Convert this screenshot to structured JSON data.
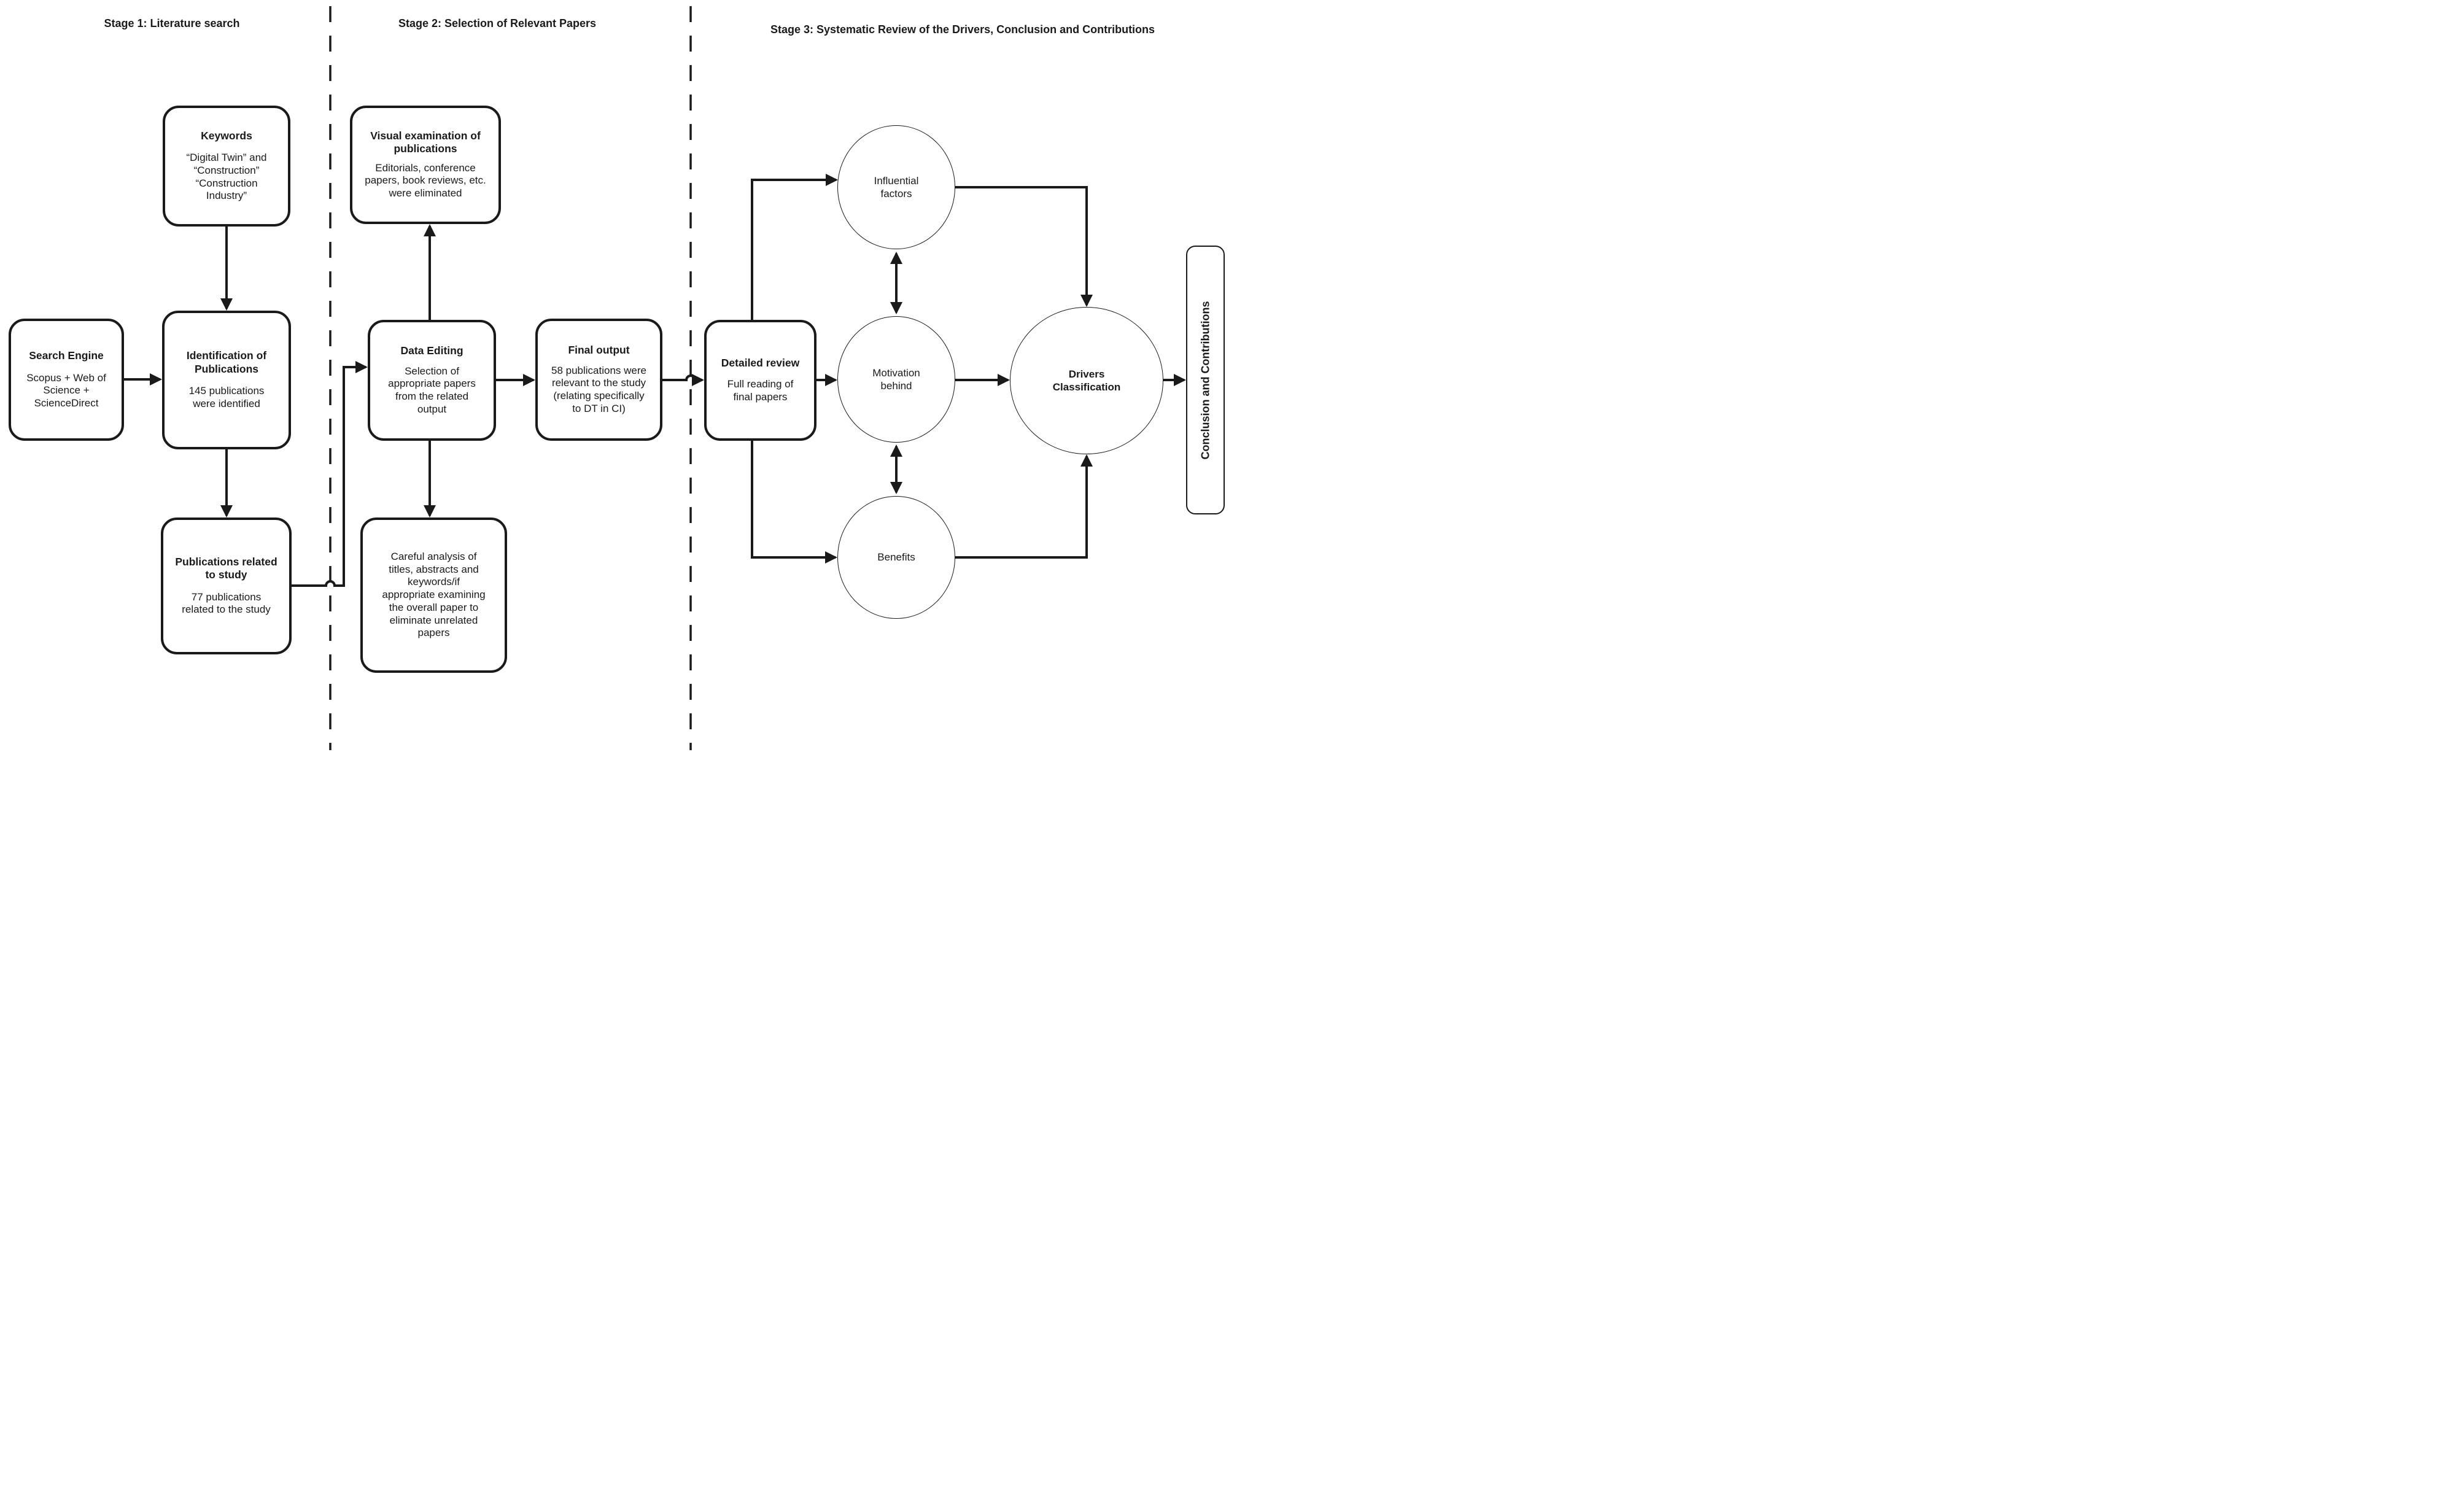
{
  "stage_headers": [
    {
      "label": "Stage 1: Literature search"
    },
    {
      "label": "Stage 2: Selection of Relevant Papers"
    },
    {
      "label": "Stage 3: Systematic Review of the Drivers, Conclusion and Contributions"
    }
  ],
  "boxes": {
    "search_engine": {
      "title": "Search Engine",
      "body": "Scopus + Web of\nScience +\nScienceDirect"
    },
    "keywords": {
      "title": "Keywords",
      "body": "“Digital Twin” and\n“Construction”\n“Construction\nIndustry”"
    },
    "identification": {
      "title": "Identification of\nPublications",
      "body": "145 publications\nwere identified"
    },
    "publications_related": {
      "title": "Publications related\nto study",
      "body": "77 publications\nrelated to the study"
    },
    "visual_examination": {
      "title": "Visual examination of\npublications",
      "body": "Editorials, conference\npapers, book reviews, etc.\nwere eliminated"
    },
    "data_editing": {
      "title": "Data Editing",
      "body": "Selection of\nappropriate papers\nfrom the related\noutput"
    },
    "final_output": {
      "title": "Final output",
      "body": "58 publications were\nrelevant to the study\n(relating specifically\nto DT in CI)"
    },
    "careful_analysis": {
      "body": "Careful analysis of\ntitles, abstracts and\nkeywords/if\nappropriate examining\nthe overall paper to\neliminate unrelated\npapers"
    },
    "detailed_review": {
      "title": "Detailed review",
      "body": "Full reading of\nfinal papers"
    }
  },
  "circles": {
    "influential_factors": {
      "label": "Influential\nfactors"
    },
    "motivation_behind": {
      "label": "Motivation\nbehind"
    },
    "benefits": {
      "label": "Benefits"
    },
    "drivers_classification": {
      "label": "Drivers\nClassification"
    }
  },
  "terminal": {
    "label": "Conclusion and Contributions"
  },
  "colors": {
    "stroke": "#1a1a1a",
    "background": "#ffffff"
  }
}
